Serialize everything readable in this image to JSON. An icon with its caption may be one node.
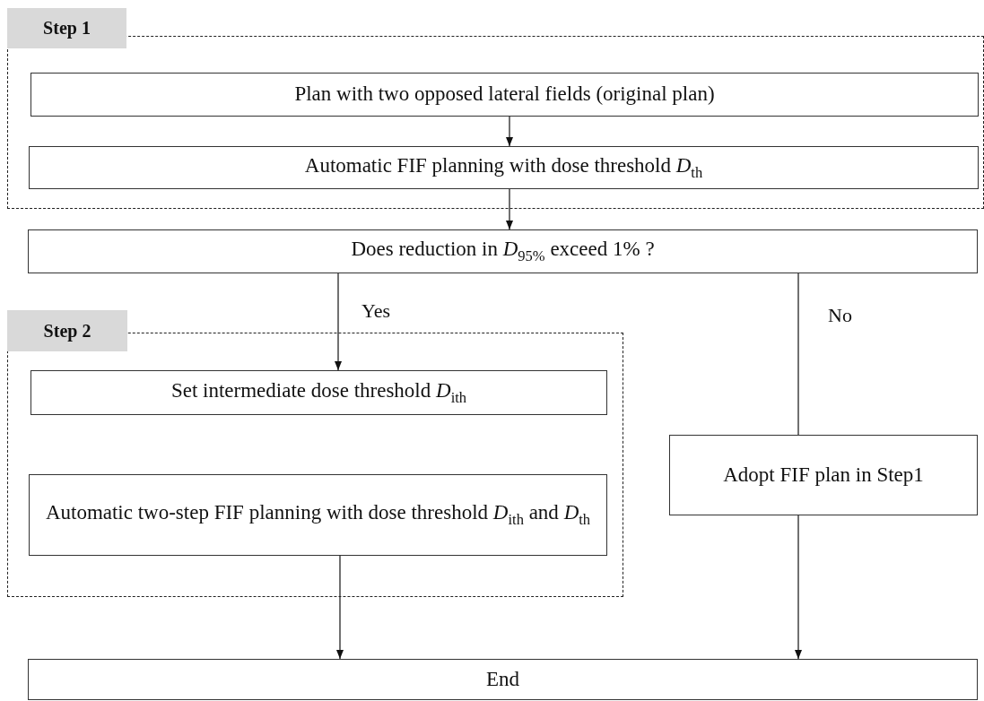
{
  "diagram": {
    "nodes": [
      {
        "text": [
          "Step 1"
        ]
      },
      {
        "text": [
          "Plan with two opposed lateral fields (original plan)"
        ],
        "in": 0
      },
      {
        "text": [
          "Automatic FIF planning with dose threshold *D*$_{th}$"
        ],
        "in": 0
      },
      {
        "text": [
          "Does reduction in *D*$_{95%}$ exceed 1% ?"
        ]
      },
      {
        "text": [
          "Step 2"
        ]
      },
      {
        "text": [
          "Set intermediate dose threshold *D*$_{ith}$"
        ],
        "in": 4
      },
      {
        "text": [
          "Automatic two-step FIF planning with dose threshold *D*$_{ith}$ and *D*$_{th}$"
        ],
        "in": 4
      },
      {
        "text": [
          "Adopt FIF plan in Step1"
        ]
      },
      {
        "text": [
          "End"
        ]
      }
    ],
    "edges": [
      {
        "from": 1,
        "to": 2,
        "arrow": "to"
      },
      {
        "from": 2,
        "to": 3,
        "arrow": "to"
      },
      {
        "from": 3,
        "to": 5,
        "arrow": "to",
        "label": "Yes"
      },
      {
        "from": 3,
        "to": 7,
        "arrow": "none",
        "label": "No"
      },
      {
        "from": 6,
        "to": 8,
        "arrow": "to"
      },
      {
        "from": 7,
        "to": 8,
        "arrow": "to"
      }
    ]
  }
}
